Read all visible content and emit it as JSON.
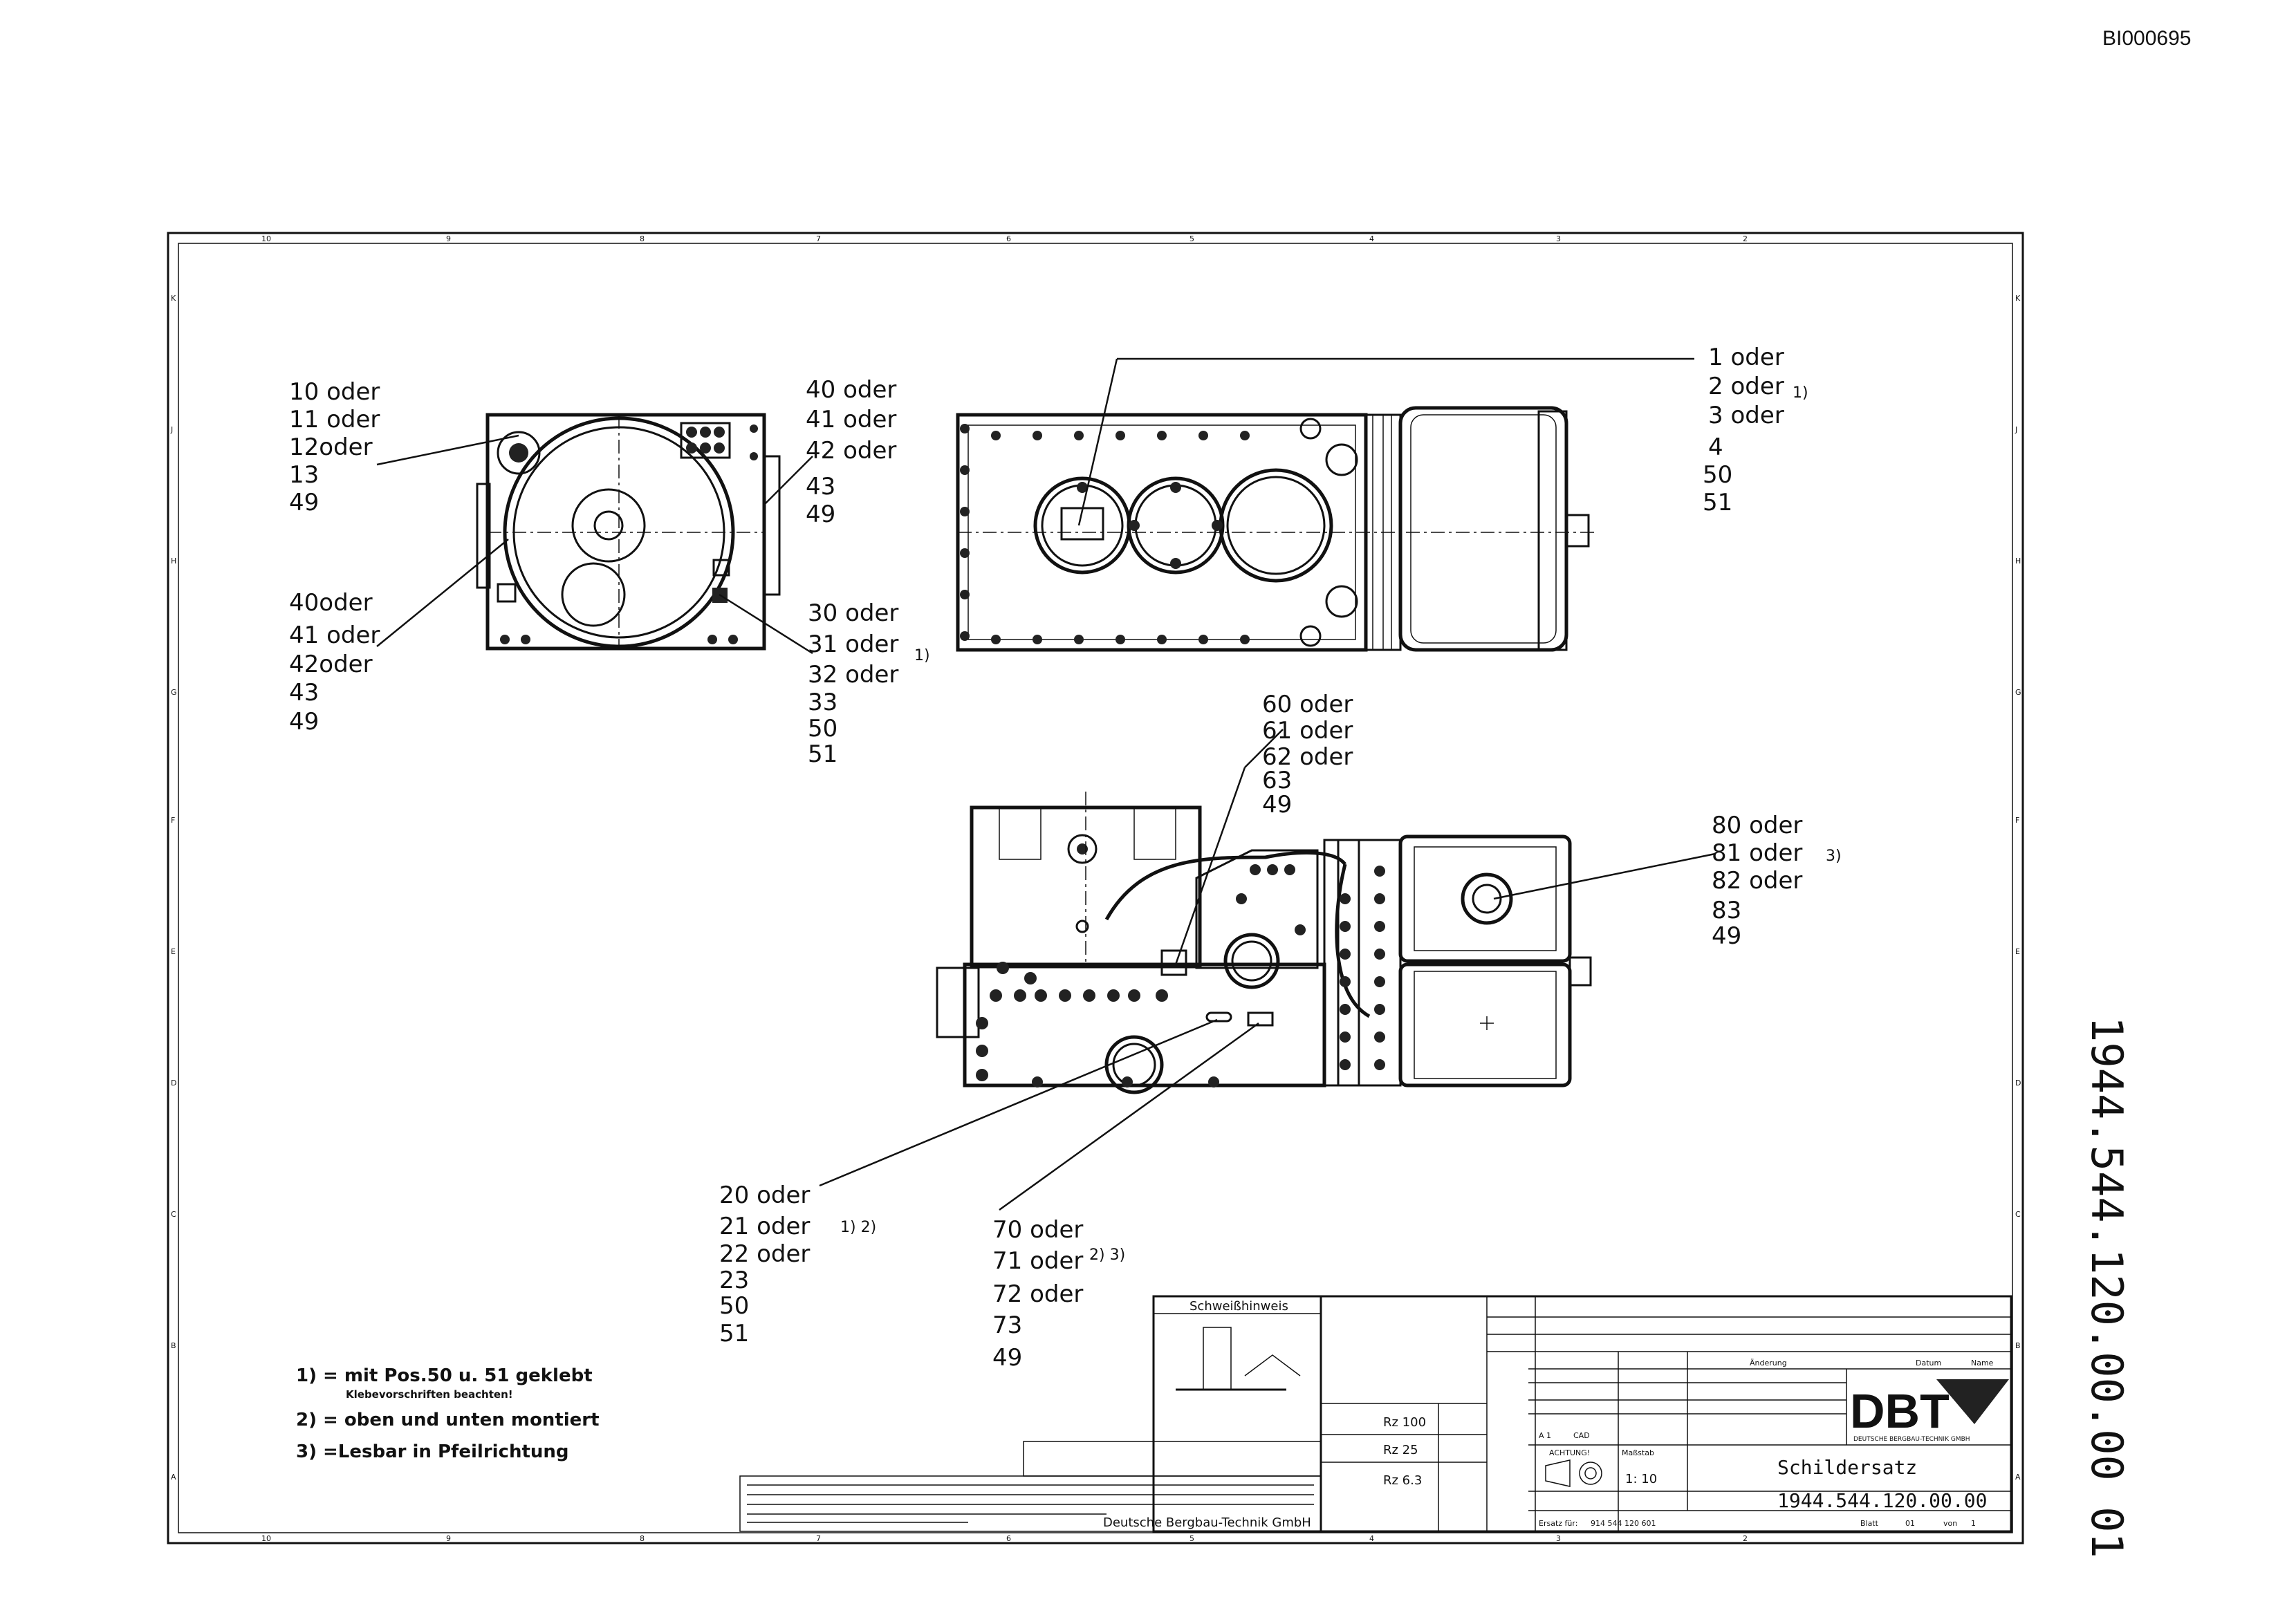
{
  "doc_id": "BI000695",
  "vertical_number": "1944.544.120.00.00 01",
  "callouts": {
    "top_left": [
      "10 oder",
      "11 oder",
      "12oder",
      "13",
      "49"
    ],
    "top_mid": [
      "40 oder",
      "41 oder",
      "42 oder",
      "43",
      "49"
    ],
    "mid_left": [
      "40oder",
      "41 oder",
      "42oder",
      "43",
      "49"
    ],
    "mid_center": [
      "30 oder",
      "31 oder",
      "32 oder",
      "33",
      "50",
      "51"
    ],
    "top_right": [
      "1 oder",
      "2 oder",
      "3 oder",
      "4",
      "50",
      "51"
    ],
    "center": [
      "60 oder",
      "61 oder",
      "62 oder",
      "63",
      "49"
    ],
    "right": [
      "80 oder",
      "81 oder",
      "82 oder",
      "83",
      "49"
    ],
    "bottom_left": [
      "20 oder",
      "21 oder",
      "22 oder",
      "23",
      "50",
      "51"
    ],
    "bottom_mid": [
      "70 oder",
      "71 oder",
      "72 oder",
      "73",
      "49"
    ]
  },
  "footnote_marks": {
    "m1": "1)",
    "m2": "1)",
    "m3": "1) 2)",
    "m4": "2) 3)",
    "m5": "3)"
  },
  "notes": {
    "n1": "1) = mit Pos.50 u. 51 geklebt",
    "n1_sub": "Klebevorschriften beachten!",
    "n2": "2) = oben und unten montiert",
    "n3": "3) =Lesbar in Pfeilrichtung"
  },
  "title_block": {
    "weld_title": "Schweißhinweis",
    "roughness": [
      "Rz 100",
      "Rz 25",
      "Rz 6.3"
    ],
    "warning": "ACHTUNG!",
    "scale_label": "Maßstab",
    "scale": "1: 10",
    "title": "Schildersatz",
    "drawing_no": "1944.544.120.00.00",
    "company": "Deutsche Bergbau-Technik GmbH",
    "logo": "DBT",
    "logo_sub": "DEUTSCHE BERGBAU-TECHNIK GMBH",
    "replacement_label": "Ersatz für:",
    "replacement_no": "914 544 120 601",
    "sheet_label": "Blatt",
    "sheet": "01",
    "of_label": "von",
    "of": "1",
    "change_label": "Änderung",
    "date_label": "Datum",
    "name_label": "Name",
    "cad": "CAD",
    "a1": "A 1"
  },
  "frame": {
    "col_numbers": [
      "10",
      "9",
      "8",
      "7",
      "6",
      "5",
      "4",
      "3",
      "2"
    ],
    "row_letters": [
      "K",
      "J",
      "H",
      "G",
      "F",
      "E",
      "D",
      "C",
      "B",
      "A"
    ]
  }
}
